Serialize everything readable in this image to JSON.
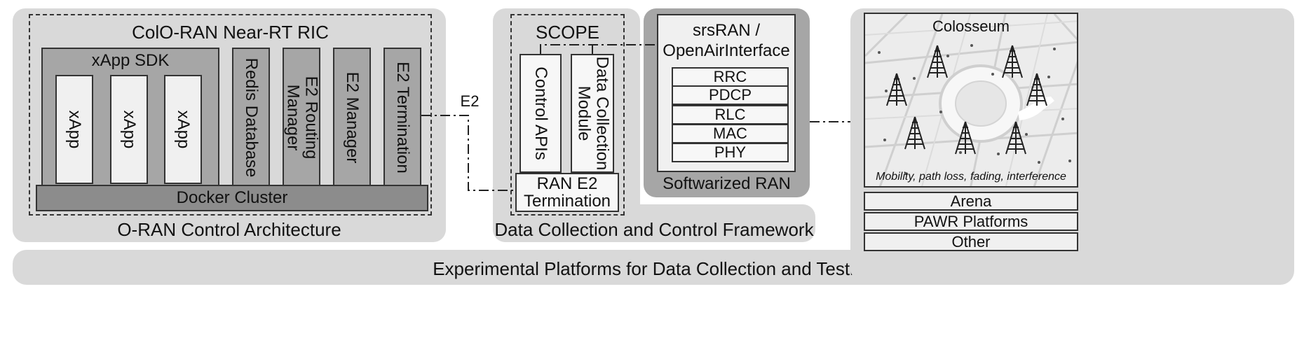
{
  "bottom_bar": {
    "label": "Experimental Platforms for Data Collection and Testing"
  },
  "oran": {
    "footer": "O-RAN Control Architecture",
    "ric_title": "ColO-RAN Near-RT RIC",
    "sdk_title": "xApp SDK",
    "xapps": [
      "xApp",
      "xApp",
      "xApp"
    ],
    "components": [
      "Redis Database",
      "E2 Routing\nManager",
      "E2 Manager",
      "E2 Termination"
    ],
    "docker": "Docker Cluster"
  },
  "interface_label": "E2",
  "scope": {
    "footer": "Data Collection and Control Framework",
    "title": "SCOPE",
    "control_apis": "Control APIs",
    "data_collection": "Data Collection\nModule",
    "ran_e2": "RAN E2\nTermination"
  },
  "ran": {
    "title": "srsRAN /\nOpenAirInterface",
    "stack": [
      "RRC",
      "PDCP",
      "RLC",
      "MAC",
      "PHY"
    ],
    "footer": "Softwarized RAN"
  },
  "platforms": {
    "colosseum_title": "Colosseum",
    "colosseum_caption": "Mobility, path loss, fading, interference",
    "others": [
      "Arena",
      "PAWR Platforms",
      "Other"
    ]
  },
  "icons": {
    "tower": "cell-tower-icon"
  },
  "colors": {
    "panel": "#d9d9d9",
    "dark": "#a6a6a6",
    "mid": "#a6a6a6",
    "light": "#f0f0f0"
  }
}
